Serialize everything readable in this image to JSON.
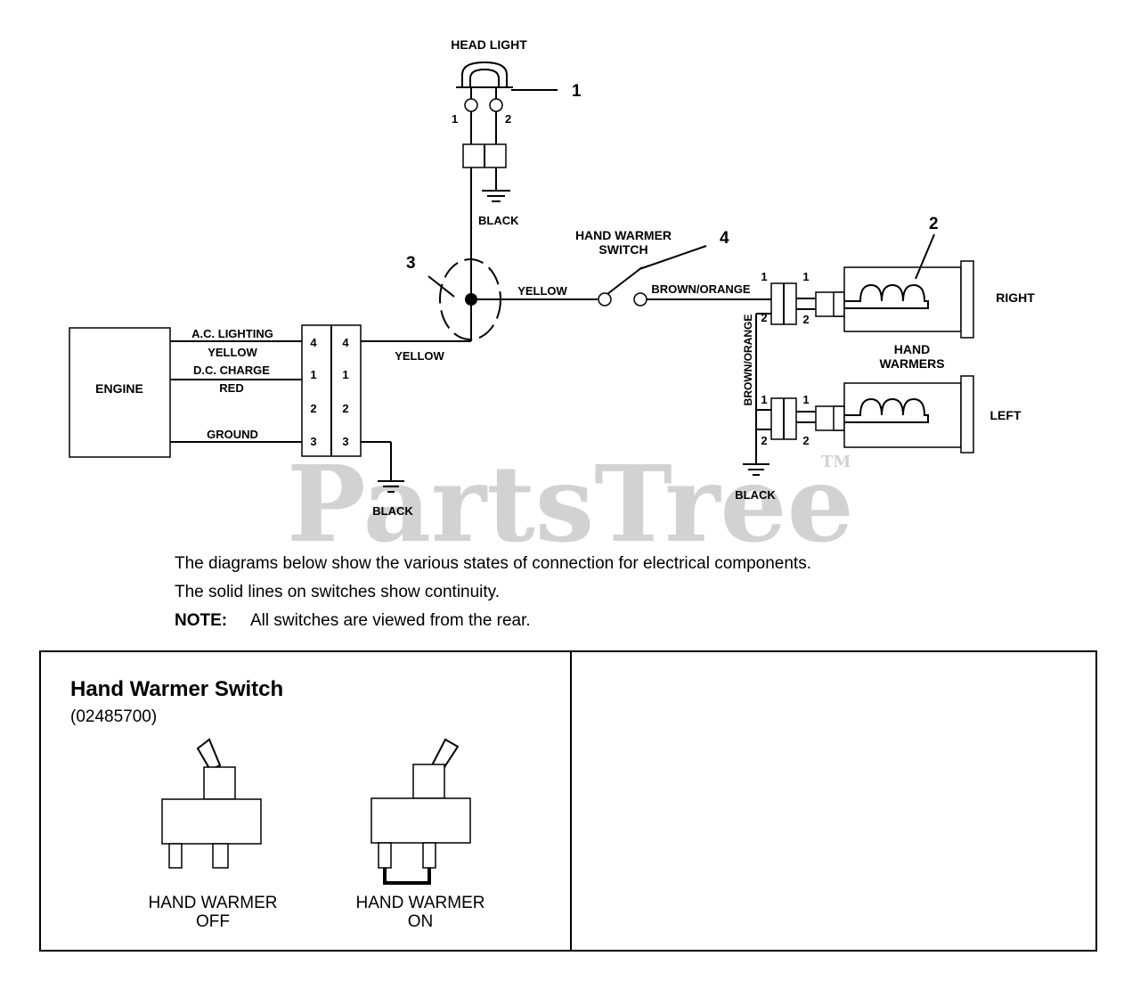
{
  "watermark": {
    "brand": "PartsTree",
    "tm": "TM"
  },
  "head_light": {
    "label": "HEAD LIGHT",
    "pin1": "1",
    "pin2": "2",
    "callout": "1",
    "ground_label": "BLACK"
  },
  "engine": {
    "label": "ENGINE"
  },
  "engine_wires": {
    "ac_lighting": "A.C. LIGHTING",
    "ac_color": "YELLOW",
    "dc_charge": "D.C. CHARGE",
    "dc_color": "RED",
    "ground": "GROUND"
  },
  "connector": {
    "left_pins": [
      "4",
      "1",
      "2",
      "3"
    ],
    "right_pins": [
      "4",
      "1",
      "2",
      "3"
    ],
    "ground_label": "BLACK"
  },
  "splice": {
    "callout": "3",
    "wire_out": "YELLOW",
    "wire_in": "YELLOW"
  },
  "switch": {
    "label_line1": "HAND WARMER",
    "label_line2": "SWITCH",
    "callout": "4",
    "wire_out": "BROWN/ORANGE"
  },
  "hand_warmers": {
    "callout": "2",
    "right_label": "RIGHT",
    "left_label": "LEFT",
    "label_line1": "HAND",
    "label_line2": "WARMERS",
    "vertical_wire": "BROWN/ORANGE",
    "ground_label": "BLACK",
    "pins": {
      "p1": "1",
      "p2": "2"
    }
  },
  "notes": {
    "line1": "The diagrams below show the various states of connection for electrical components.",
    "line2": "The solid lines on switches show continuity.",
    "note_label": "NOTE:",
    "note_text": "All switches are viewed from the rear."
  },
  "switch_panel": {
    "title": "Hand Warmer Switch",
    "part_number": "(02485700)",
    "off_line1": "HAND WARMER",
    "off_line2": "OFF",
    "on_line1": "HAND WARMER",
    "on_line2": "ON"
  }
}
